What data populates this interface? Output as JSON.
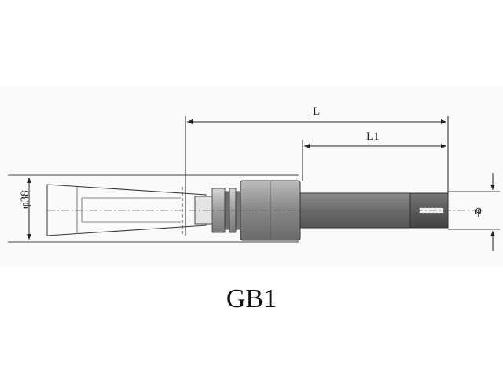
{
  "drawing": {
    "dimension_L": "L",
    "dimension_L1": "L1",
    "dimension_diameter": "φ38",
    "dimension_right": "φ",
    "caption": "GB1"
  },
  "colors": {
    "line": "#222222",
    "metal_dark": "#6e6e6e",
    "metal_mid": "#9a9a9a",
    "metal_light": "#c8c8c8"
  }
}
